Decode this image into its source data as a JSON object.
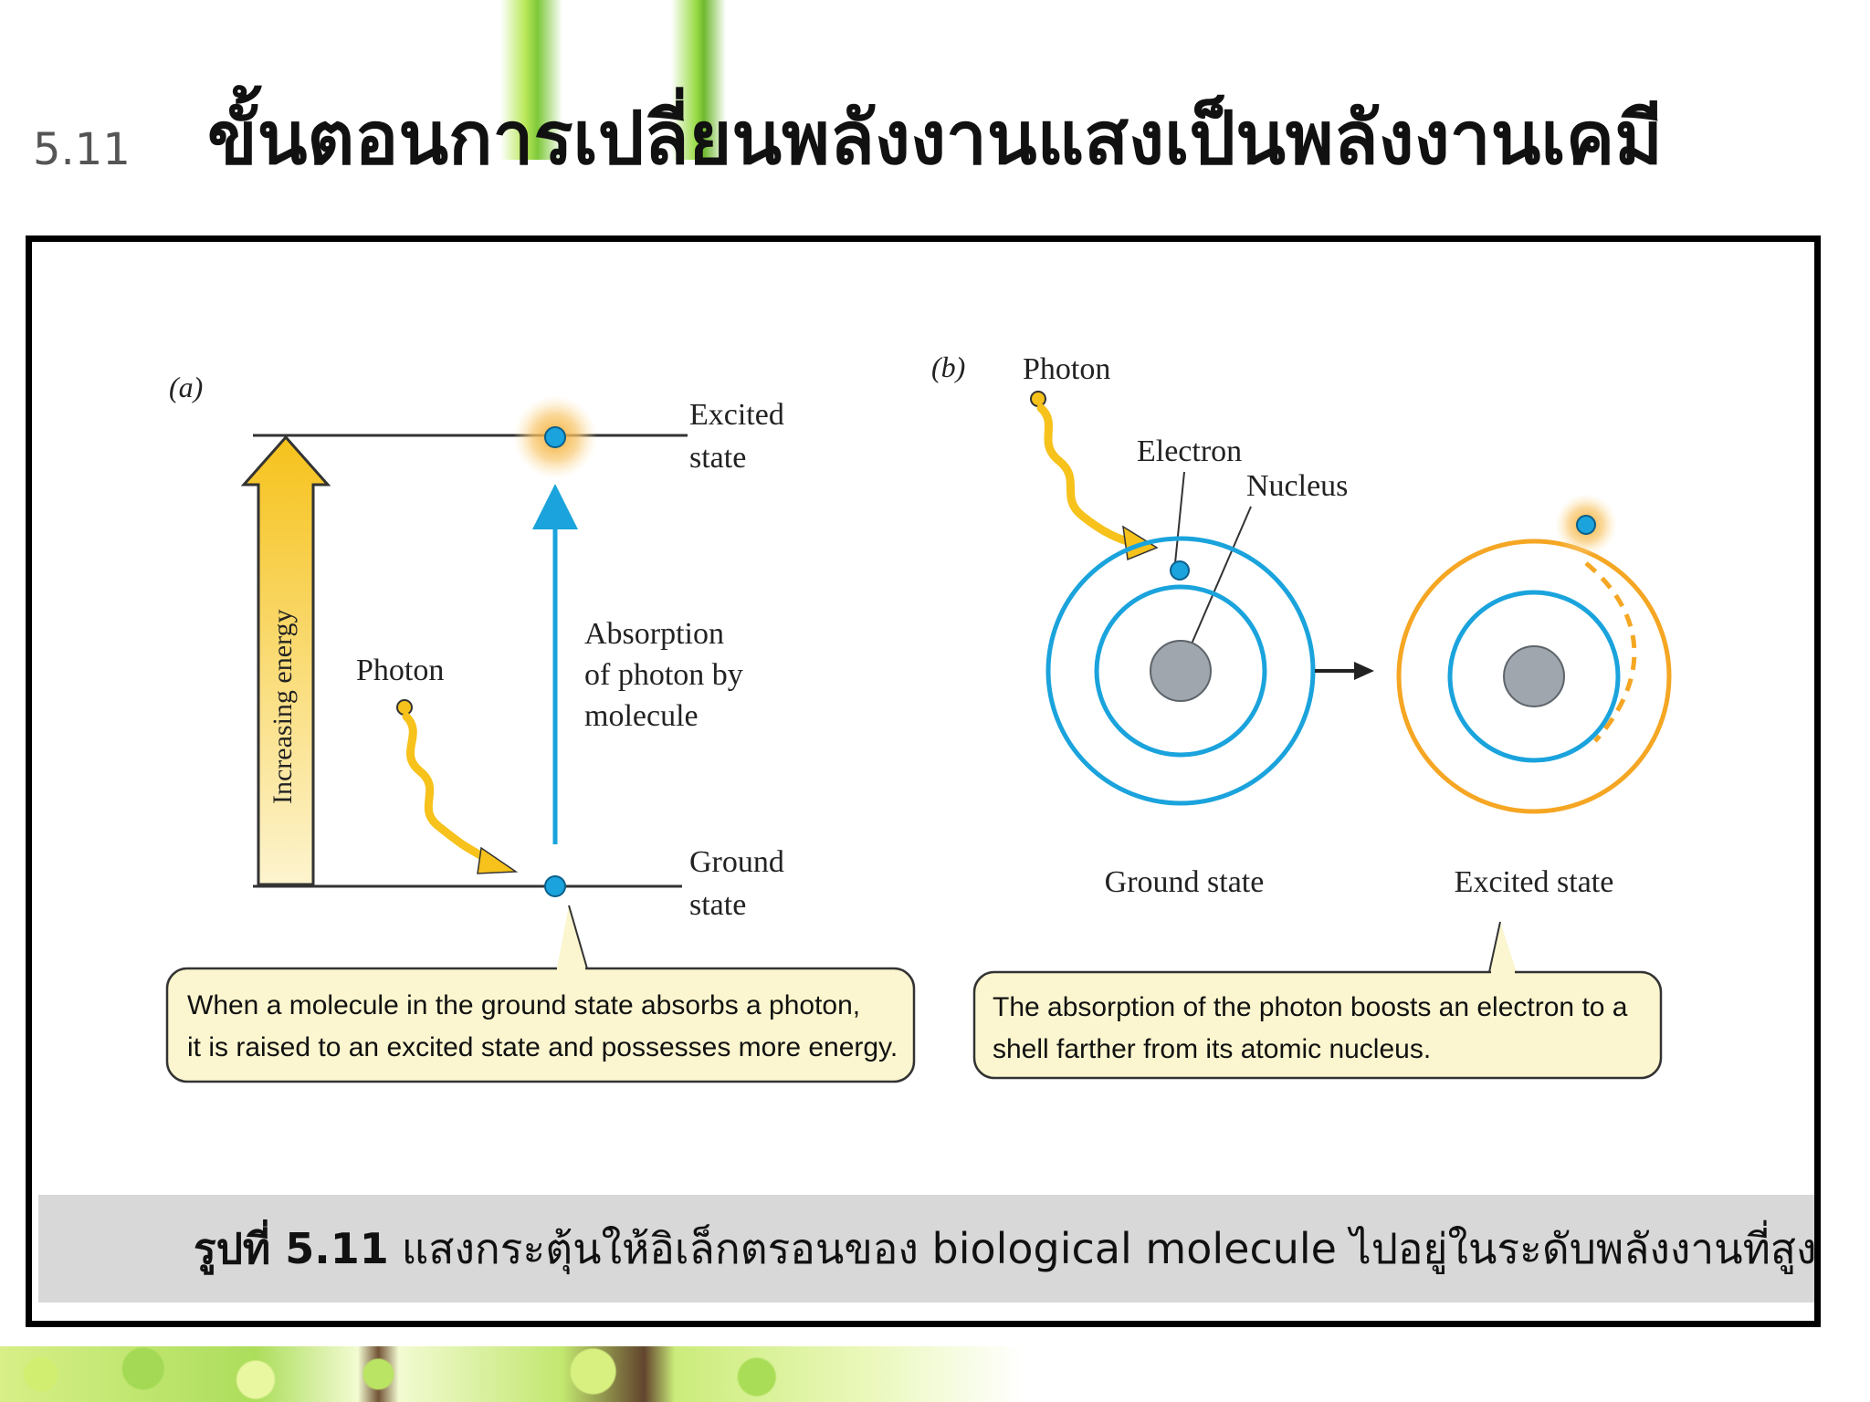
{
  "slide": {
    "number": "5.11",
    "title": "ขั้นตอนการเปลี่ยนพลังงานแสงเป็นพลังงานเคมี"
  },
  "figure": {
    "panel_a": {
      "label": "(a)",
      "excited_label_1": "Excited",
      "excited_label_2": "state",
      "ground_label_1": "Ground",
      "ground_label_2": "state",
      "energy_axis_label": "Increasing energy",
      "photon_label": "Photon",
      "absorption_1": "Absorption",
      "absorption_2": "of photon by",
      "absorption_3": "molecule",
      "callout_1": "When a molecule in the ground state absorbs a photon,",
      "callout_2": "it is raised to an excited state and possesses more energy."
    },
    "panel_b": {
      "label": "(b)",
      "photon_label": "Photon",
      "electron_label": "Electron",
      "nucleus_label": "Nucleus",
      "ground_state_label": "Ground state",
      "excited_state_label": "Excited state",
      "callout_1": "The absorption of the photon boosts an electron to a",
      "callout_2": "shell farther from its atomic nucleus."
    },
    "colors": {
      "orbit_blue": "#1aa3dc",
      "excited_orange": "#f5a623",
      "photon_yellow": "#f6c21b",
      "nucleus_gray": "#9fa6ad",
      "callout_fill": "#fbf6cf"
    }
  },
  "caption": {
    "label": "รูปที่ 5.11",
    "text": "แสงกระตุ้นให้อิเล็กตรอนของ biological molecule ไปอยู่ในระดับพลังงานที่สูงขึ้น"
  }
}
